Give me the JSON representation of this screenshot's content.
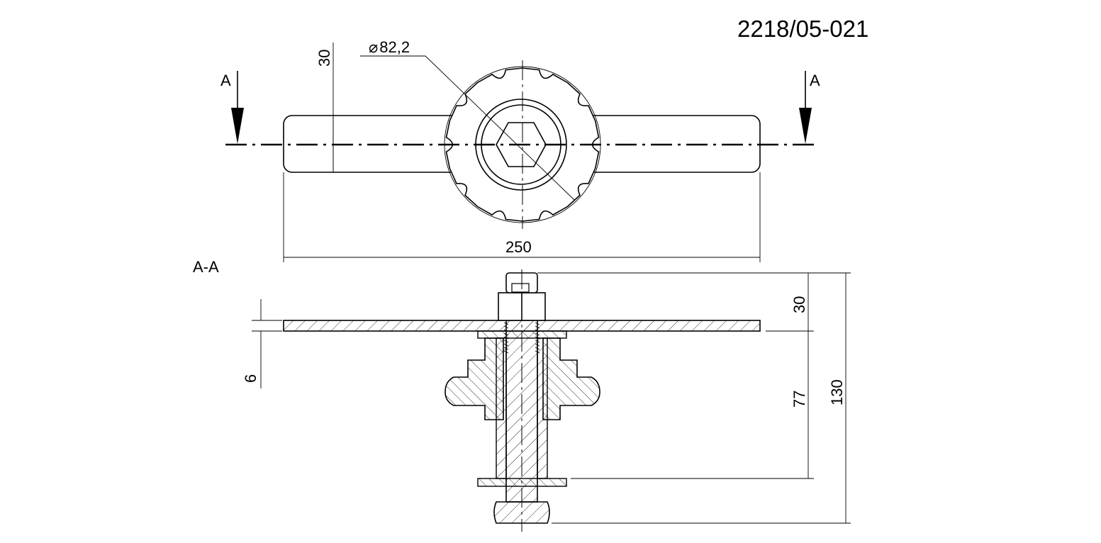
{
  "drawing_number": "2218/05-021",
  "section_marks": {
    "left": "A",
    "right": "A"
  },
  "section_title": "A-A",
  "dimensions": {
    "diameter_symbol": "⌀",
    "diameter": "82,2",
    "bar_height": "30",
    "overall_length": "250",
    "plate_thickness": "6",
    "nut_height": "30",
    "body_height": "77",
    "total_height": "130"
  }
}
